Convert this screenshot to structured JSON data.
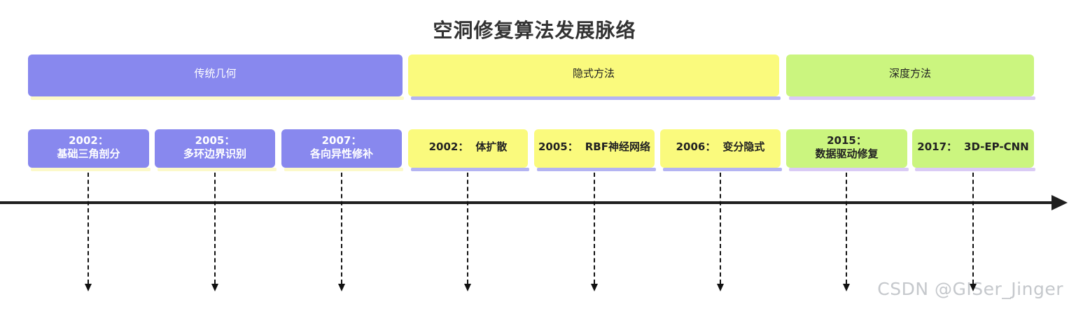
{
  "title": "空洞修复算法发展脉络",
  "watermark": "CSDN @GISer_Jinger",
  "colors": {
    "purple": "#8888ee",
    "yellow": "#fafa7d",
    "green": "#cbf57f",
    "purple_shadow": "#fcf9c9",
    "yellow_shadow": "#b4b4f2",
    "green_shadow": "#dacbf5",
    "text_dark": "#222222",
    "text_light": "#ffffff",
    "axis": "#1f1f1f",
    "dash": "#111111",
    "watermark": "#c5c8cc"
  },
  "sections": [
    {
      "label": "传统几何"
    },
    {
      "label": "隐式方法"
    },
    {
      "label": "深度方法"
    }
  ],
  "boxes": [
    {
      "year": "2002：",
      "name": "基础三角剖分",
      "section": "传统几何"
    },
    {
      "year": "2005：",
      "name": "多环边界识别",
      "section": "传统几何"
    },
    {
      "year": "2007：",
      "name": "各向异性修补",
      "section": "传统几何"
    },
    {
      "year": "2002：",
      "name": "体扩散",
      "section": "隐式方法"
    },
    {
      "year": "2005：",
      "name": "RBF神经网络",
      "section": "隐式方法"
    },
    {
      "year": "2006：",
      "name": "变分隐式",
      "section": "隐式方法"
    },
    {
      "year": "2015：",
      "name": "数据驱动修复",
      "section": "深度方法"
    },
    {
      "year": "2017：",
      "name": "3D-EP-CNN",
      "section": "深度方法"
    }
  ]
}
